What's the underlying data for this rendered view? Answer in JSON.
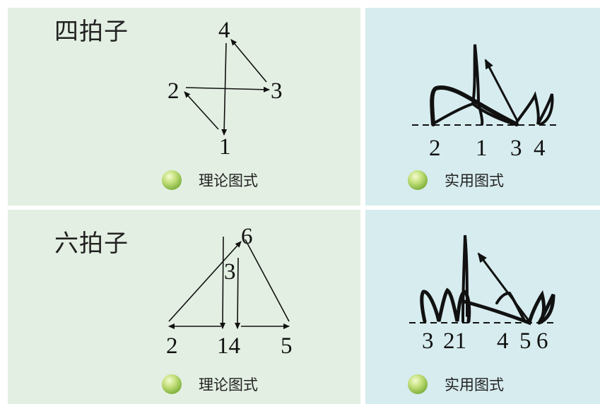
{
  "panels": {
    "four_beat": {
      "title": "四拍子",
      "theory": {
        "caption": "理论图式",
        "labels": {
          "n4": "4",
          "n2": "2",
          "n3": "3",
          "n1": "1"
        }
      },
      "practice": {
        "caption": "实用图式",
        "labels": [
          "2",
          "1",
          "3",
          "4"
        ]
      }
    },
    "six_beat": {
      "title": "六拍子",
      "theory": {
        "caption": "理论图式",
        "labels": {
          "n6": "6",
          "n3": "3",
          "n2": "2",
          "n14": "14",
          "n5": "5"
        }
      },
      "practice": {
        "caption": "实用图式",
        "labels": [
          "3",
          "21",
          "4",
          "5",
          "6"
        ]
      }
    }
  },
  "colors": {
    "theory_bg": "#e3efe2",
    "practice_bg": "#d7ecef",
    "ink": "#111111"
  },
  "icons": {
    "caption_marker": "green-ball-icon"
  }
}
